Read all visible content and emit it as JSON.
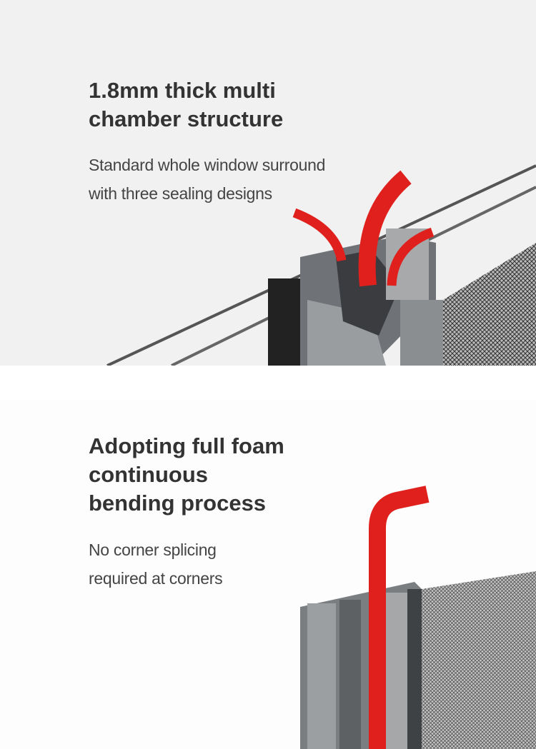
{
  "sections": [
    {
      "title_lines": [
        "1.8mm thick multi",
        "chamber structure"
      ],
      "subtitle_lines": [
        "Standard whole window surround",
        "with three sealing designs"
      ]
    },
    {
      "title_lines": [
        "Adopting full foam",
        "continuous",
        "bending process"
      ],
      "subtitle_lines": [
        "No corner splicing",
        "required at corners"
      ]
    }
  ],
  "colors": {
    "seal_red": "#e0201c",
    "profile_gray": "#8a8d90",
    "text": "#333333"
  }
}
